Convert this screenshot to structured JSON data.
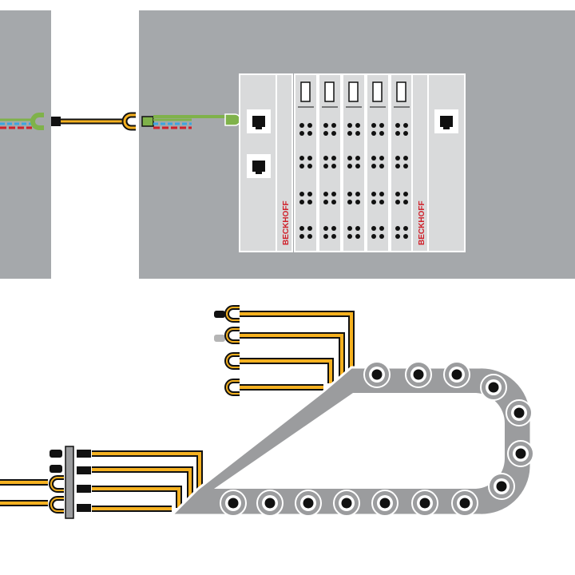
{
  "brand": {
    "module_label": "BECKHOFF",
    "terminal_label": "BECKHOFF"
  },
  "colors": {
    "panel_gray": "#a5a8ab",
    "terminal_gray": "#d9dadb",
    "chain_gray": "#9b9c9e",
    "cable_yellow": "#f5b120",
    "cable_green": "#7fb24a",
    "brand_red": "#d0202a",
    "wire_blue": "#3aa6e0",
    "wire_red": "#d0202a",
    "ink": "#111111"
  },
  "icons": [
    "rj45-port-icon",
    "rj45-port-icon",
    "rj45-port-icon",
    "cable-plug-icon",
    "drag-chain-icon"
  ],
  "terminal_slots": 5,
  "chain_links": 14
}
